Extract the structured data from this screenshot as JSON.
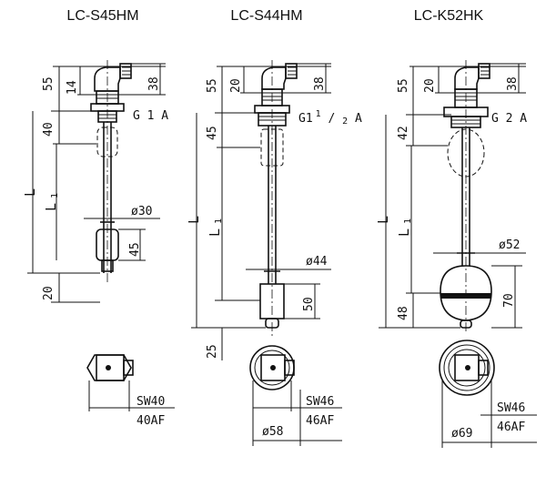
{
  "models": [
    {
      "title": "LC-S45HM",
      "dims": {
        "top_total": "55",
        "head": "14",
        "cable": "38",
        "thread": "G 1 A",
        "upper": "40",
        "length": "L",
        "length1": "L",
        "length1_sub": "1",
        "float_diam": "ø30",
        "float_height": "45",
        "bottom": "20",
        "wrench": "SW40",
        "wrench_af": "40AF"
      }
    },
    {
      "title": "LC-S44HM",
      "dims": {
        "top_total": "55",
        "head": "20",
        "cable": "38",
        "thread": "G1",
        "thread_num": "1",
        "thread_den": "2",
        "thread_tail": "A",
        "upper": "45",
        "length": "L",
        "length1": "L",
        "length1_sub": "1",
        "float_diam": "ø44",
        "float_height": "50",
        "bottom": "25",
        "wrench": "SW46",
        "wrench_af": "46AF",
        "flange_diam": "ø58"
      }
    },
    {
      "title": "LC-K52HK",
      "dims": {
        "top_total": "55",
        "head": "20",
        "cable": "38",
        "thread": "G 2 A",
        "upper": "42",
        "length": "L",
        "length1": "L",
        "length1_sub": "1",
        "float_diam": "ø52",
        "float_height": "70",
        "bottom": "48",
        "wrench": "SW46",
        "wrench_af": "46AF",
        "flange_diam": "ø69"
      }
    }
  ]
}
